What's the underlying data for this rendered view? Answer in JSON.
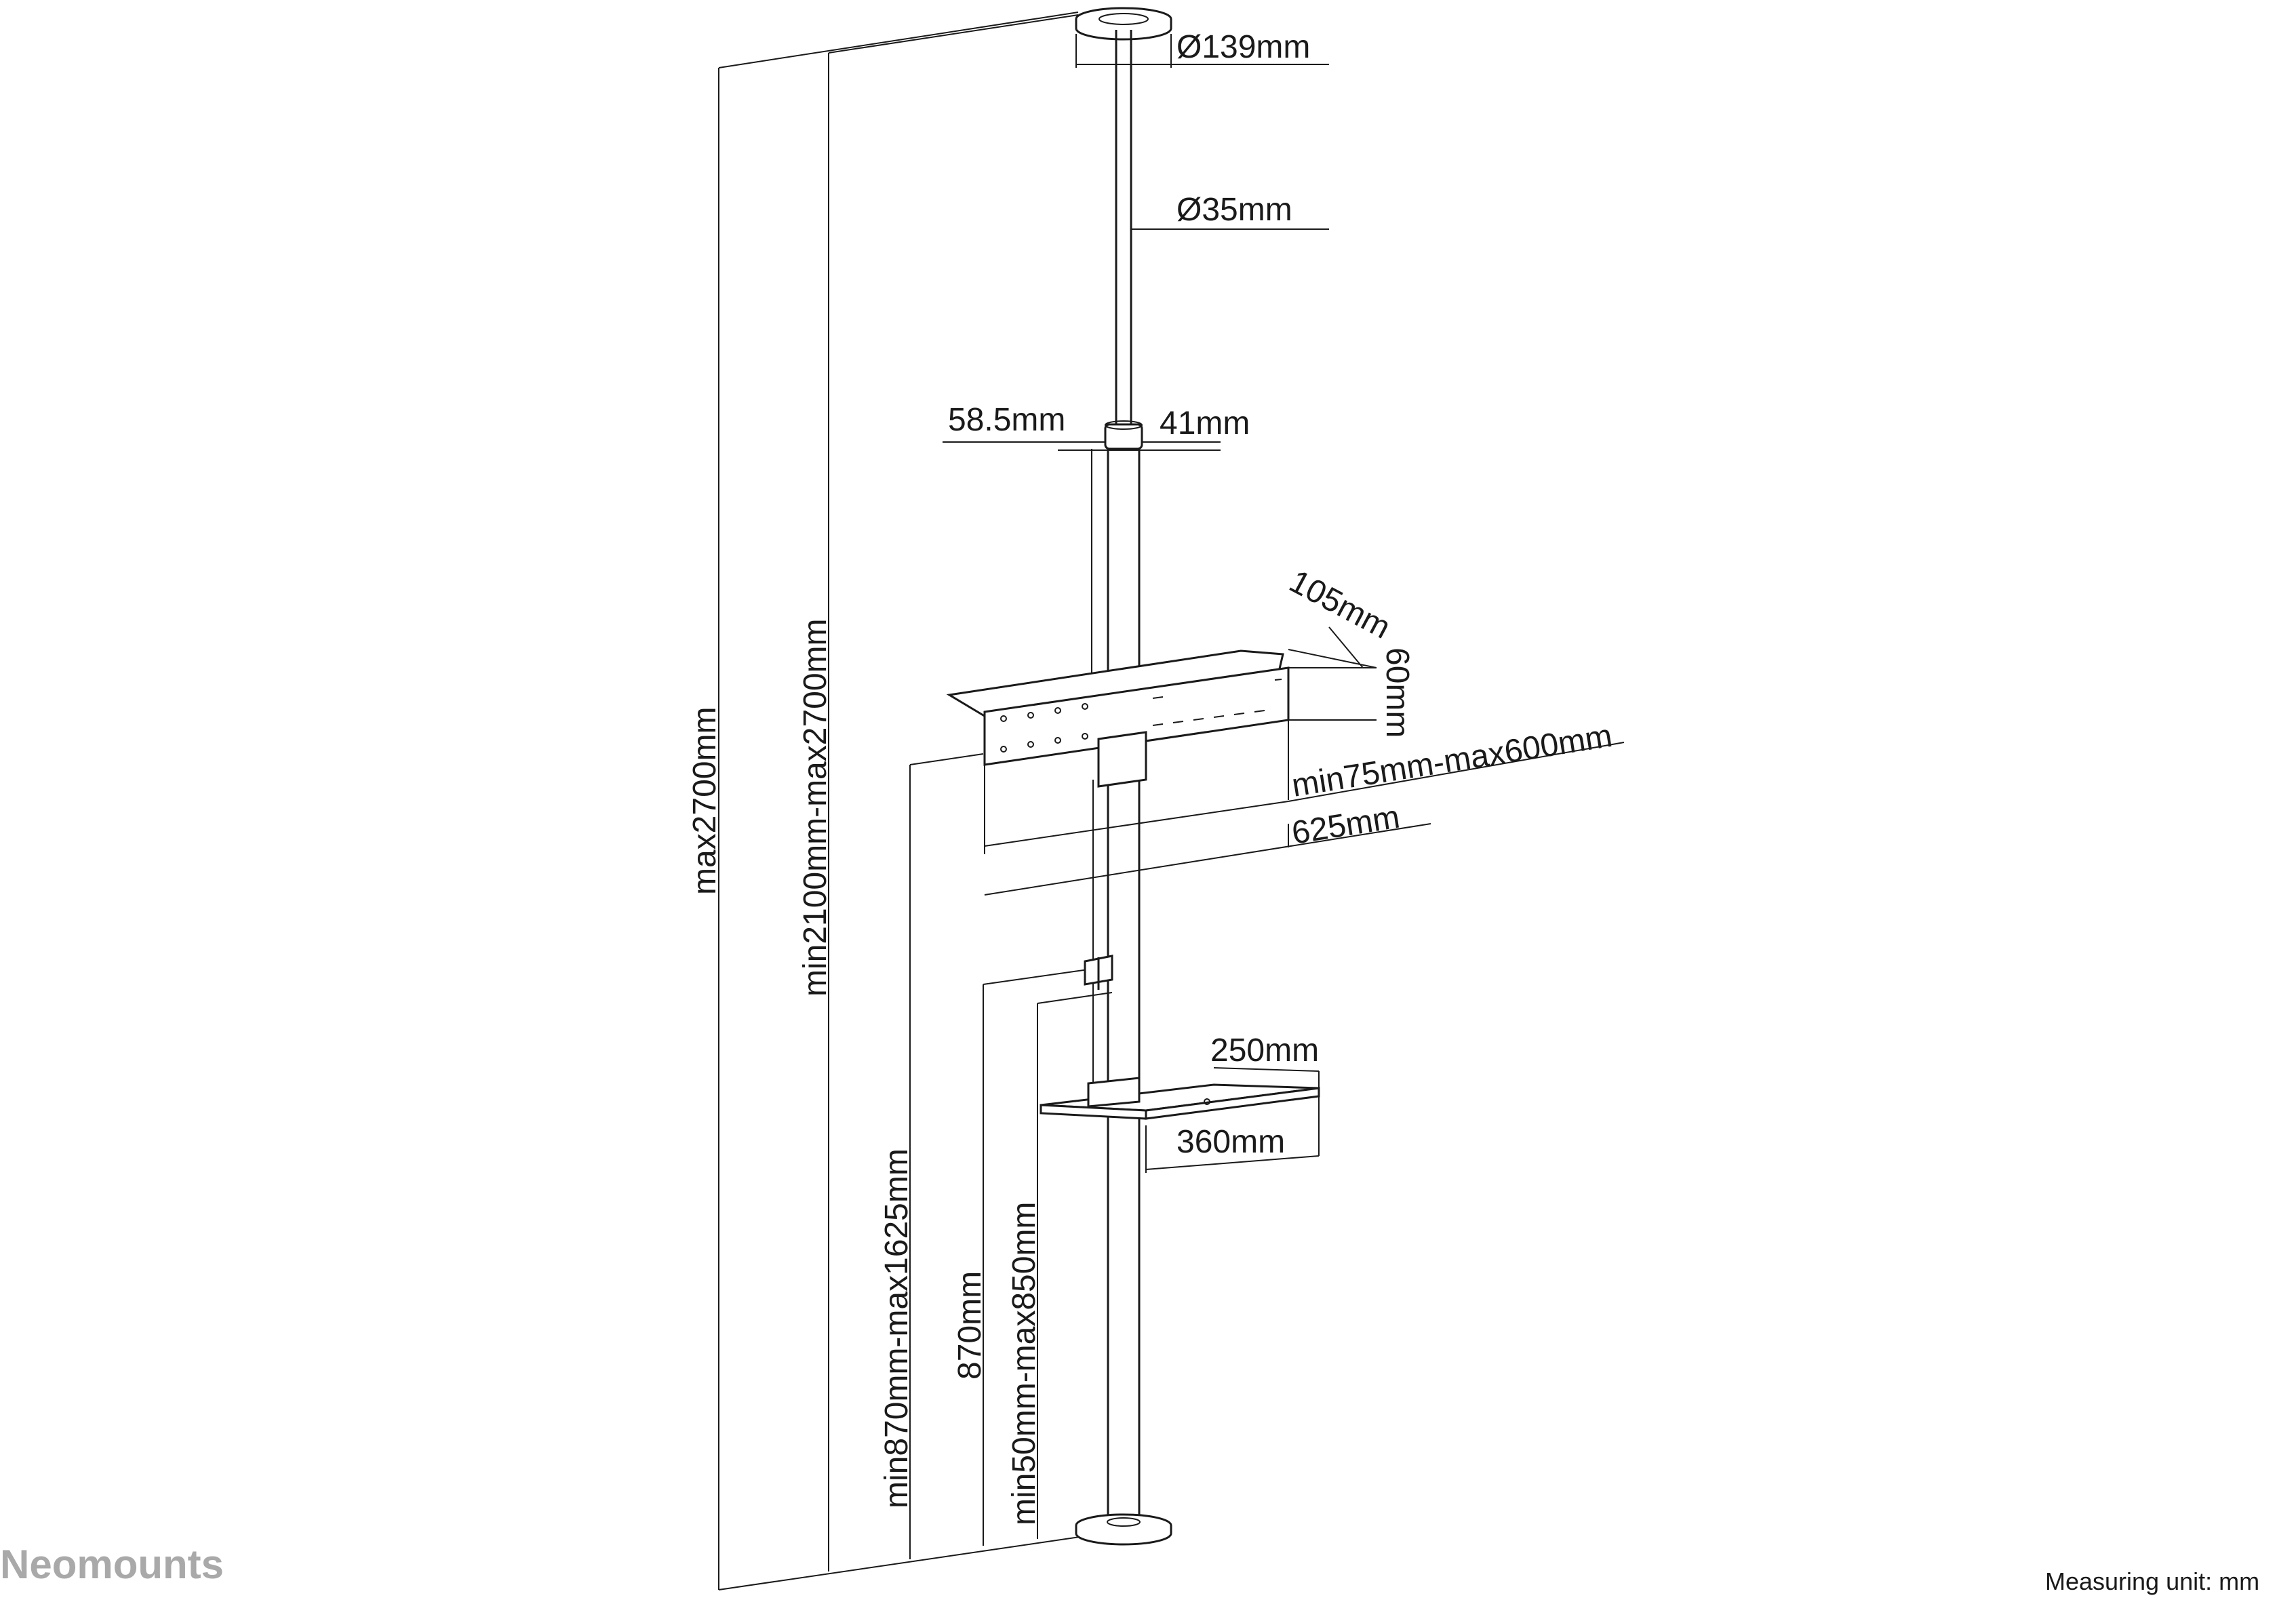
{
  "brand": "Neomounts",
  "measuring_unit": "Measuring unit: mm",
  "dimensions": {
    "ceiling_plate_diameter": "Ø139mm",
    "pole_diameter": "Ø35mm",
    "collar_outer": "58.5mm",
    "collar_inner": "41mm",
    "bracket_depth": "105mm",
    "bracket_height": "60mm",
    "vesa_range": "min75mm-max600mm",
    "bracket_width": "625mm",
    "shelf_depth": "250mm",
    "shelf_width": "360mm",
    "total_height": "max2700mm",
    "pole_range": "min2100mm-max2700mm",
    "bracket_height_range": "min870mm-max1625mm",
    "fixed_height": "870mm",
    "shelf_height_range": "min50mm-max850mm"
  }
}
